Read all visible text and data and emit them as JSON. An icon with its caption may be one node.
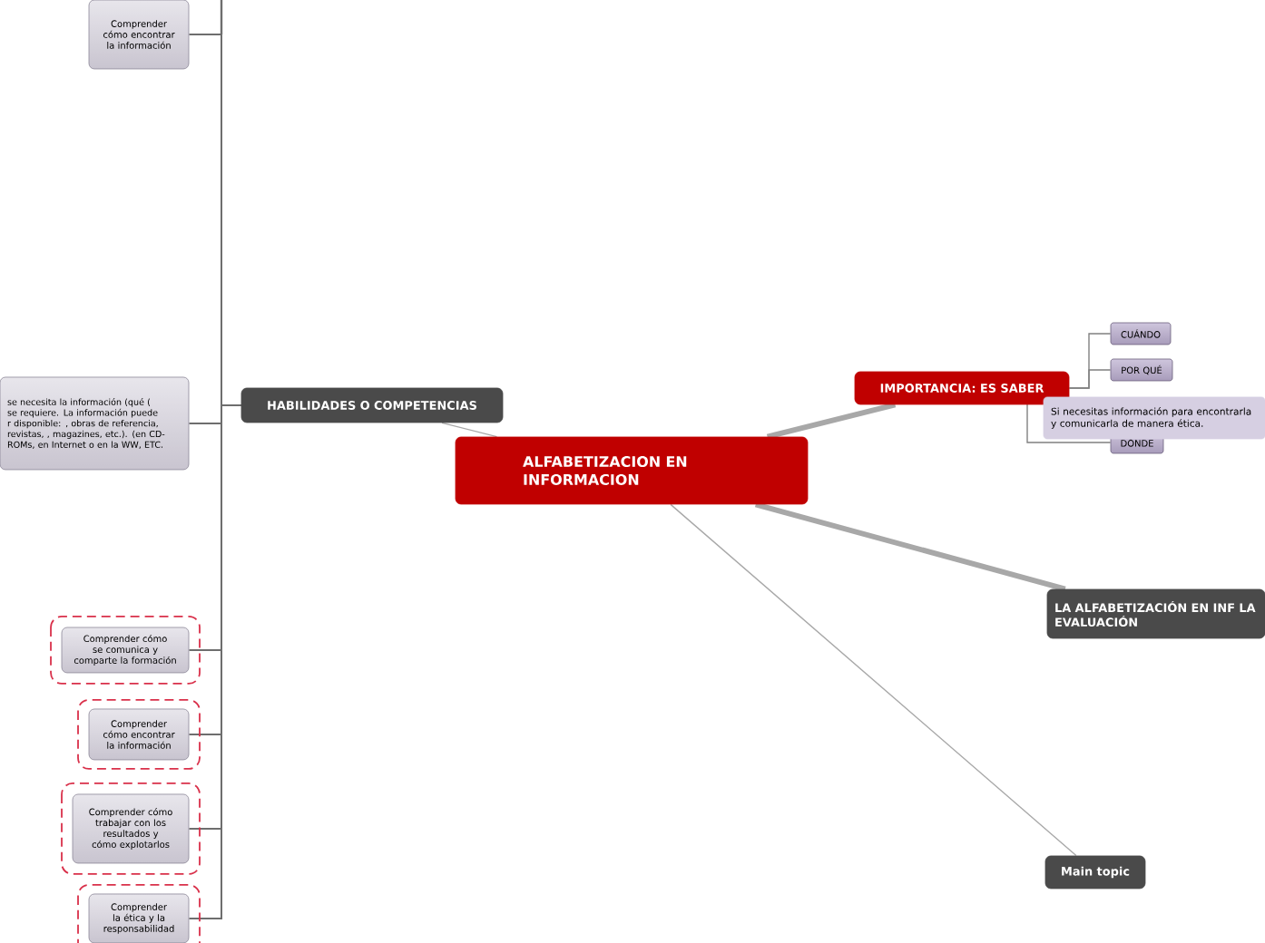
{
  "diagram": {
    "nodes": [
      {
        "text": [
          "ALFABETIZACION EN INFORMACION"
        ]
      },
      {
        "text": [
          "HABILIDADES O COMPETENCIAS"
        ]
      },
      {
        "text": [
          "IMPORTANCIA: ES SABER"
        ]
      },
      {
        "text": [
          "LA ALFABETIZACIÓN EN INF LA EVALUACIÓN"
        ]
      },
      {
        "text": [
          "Main topic"
        ]
      },
      {
        "text": [
          "CUÁNDO"
        ]
      },
      {
        "text": [
          "POR QUÉ"
        ]
      },
      {
        "text": [
          "DÓNDE"
        ]
      },
      {
        "text": [
          "Si necesitas información para encontrarla y comunicarla de manera ética."
        ]
      },
      {
        "text": [
          "Comprender cómo encontrar la información"
        ]
      },
      {
        "text": [
          "se necesita la información (qué ( se requiere. La información puede r disponible: , obras de referencia, revistas, , magazines, etc.). (en CD-ROMs, en Internet o en la WW, ETC."
        ]
      },
      {
        "text": [
          "Comprender cómo se comunica y comparte la formación"
        ]
      },
      {
        "text": [
          "Comprender cómo encontrar la información"
        ]
      },
      {
        "text": [
          "Comprender cómo trabajar con los resultados y cómo explotarlos"
        ]
      },
      {
        "text": [
          "Comprender la ética y la responsabilidad"
        ]
      }
    ],
    "edges": [
      {
        "from": 0,
        "to": 1,
        "arrow": "none"
      },
      {
        "from": 0,
        "to": 2,
        "arrow": "none",
        "style": "thick"
      },
      {
        "from": 0,
        "to": 3,
        "arrow": "none",
        "style": "thick"
      },
      {
        "from": 0,
        "to": 4,
        "arrow": "none"
      },
      {
        "from": 2,
        "to": 5,
        "arrow": "none"
      },
      {
        "from": 2,
        "to": 6,
        "arrow": "none"
      },
      {
        "from": 2,
        "to": 7,
        "arrow": "none"
      },
      {
        "from": 1,
        "to": 9,
        "arrow": "none"
      },
      {
        "from": 1,
        "to": 10,
        "arrow": "none"
      },
      {
        "from": 1,
        "to": 11,
        "arrow": "none"
      },
      {
        "from": 1,
        "to": 12,
        "arrow": "none"
      },
      {
        "from": 1,
        "to": 13,
        "arrow": "none"
      },
      {
        "from": 1,
        "to": 14,
        "arrow": "none"
      }
    ]
  }
}
